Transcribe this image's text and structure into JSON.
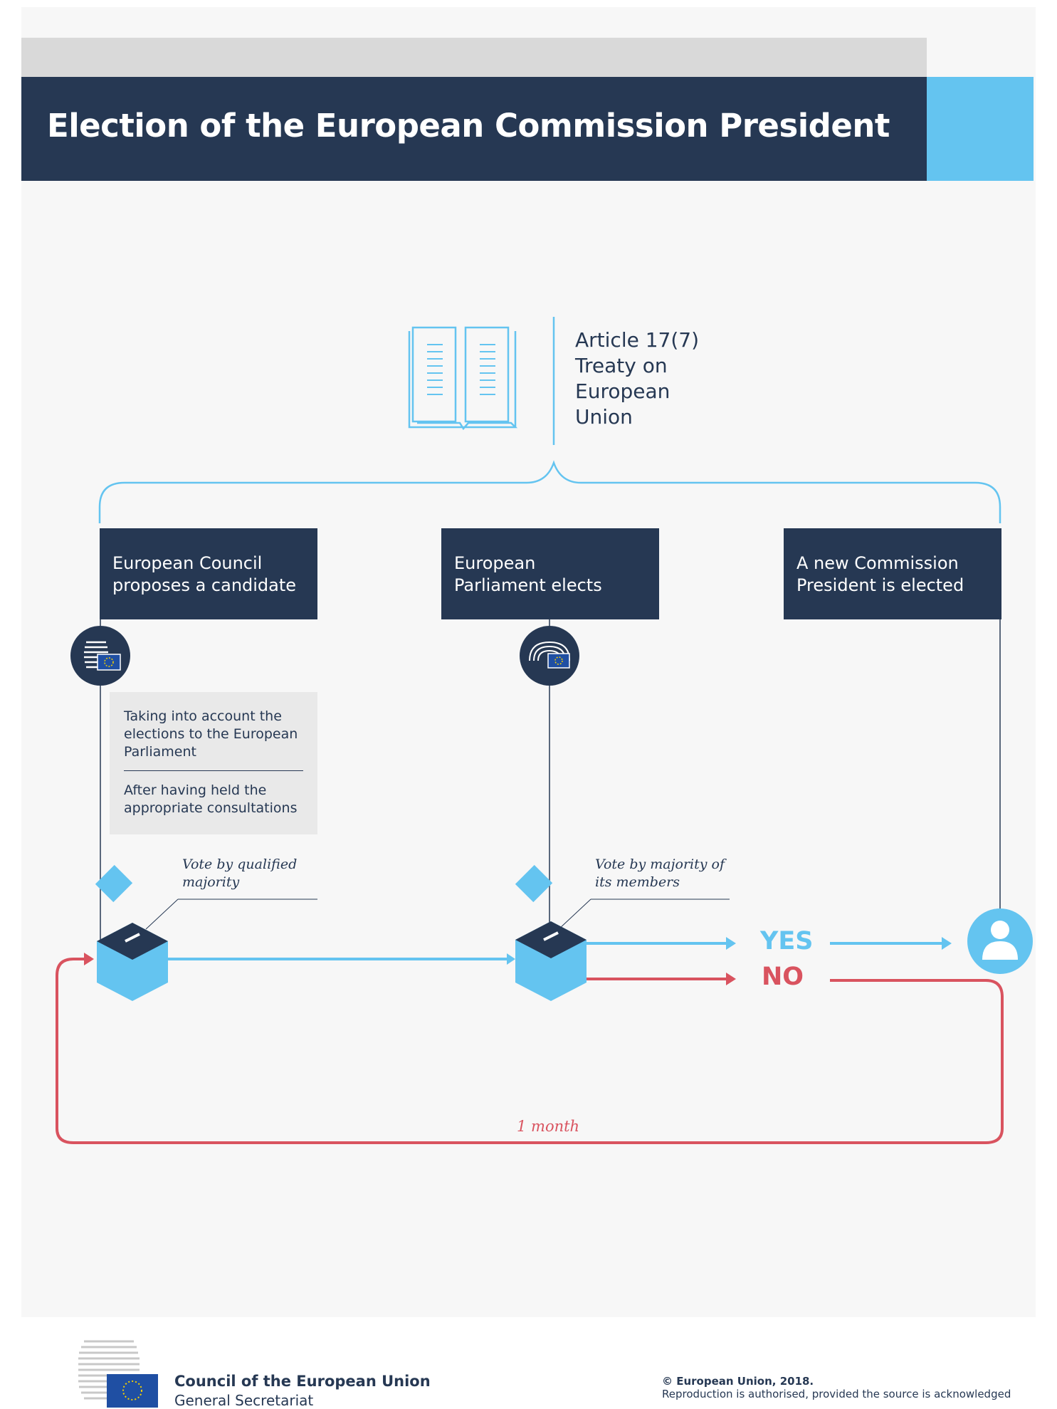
{
  "header": {
    "title": "Election of the European Commission President"
  },
  "legal_basis": {
    "lines": [
      "Article 17(7)",
      "Treaty on",
      "European",
      "Union"
    ],
    "icon": "book-icon"
  },
  "steps": [
    {
      "lines": [
        "European Council",
        "proposes a candidate"
      ]
    },
    {
      "lines": [
        "European",
        "Parliament elects"
      ]
    },
    {
      "lines": [
        "A new Commission",
        "President is elected"
      ]
    }
  ],
  "council_notes": {
    "note1": [
      "Taking into account the",
      "elections to the European",
      "Parliament"
    ],
    "note2": [
      "After having held the",
      "appropriate consultations"
    ]
  },
  "votes": {
    "council": [
      "Vote by qualified",
      "majority"
    ],
    "parliament": [
      "Vote by majority of",
      "its members"
    ]
  },
  "outcomes": {
    "yes": "YES",
    "no": "NO",
    "loop_label": "1 month"
  },
  "icons": {
    "council_building": "council-building-icon",
    "parliament_hemicycle": "parliament-hemicycle-icon",
    "ballot_box": "ballot-box-icon",
    "person": "person-icon"
  },
  "colors": {
    "navy": "#263853",
    "light_blue": "#64c4f0",
    "red": "#d9535f",
    "note_grey": "#e9e9e9"
  },
  "footer": {
    "org": "Council of the European Union",
    "sub": "General Secretariat",
    "copyright": "© European Union, 2018.",
    "reproduction": "Reproduction is authorised, provided the source is acknowledged"
  }
}
